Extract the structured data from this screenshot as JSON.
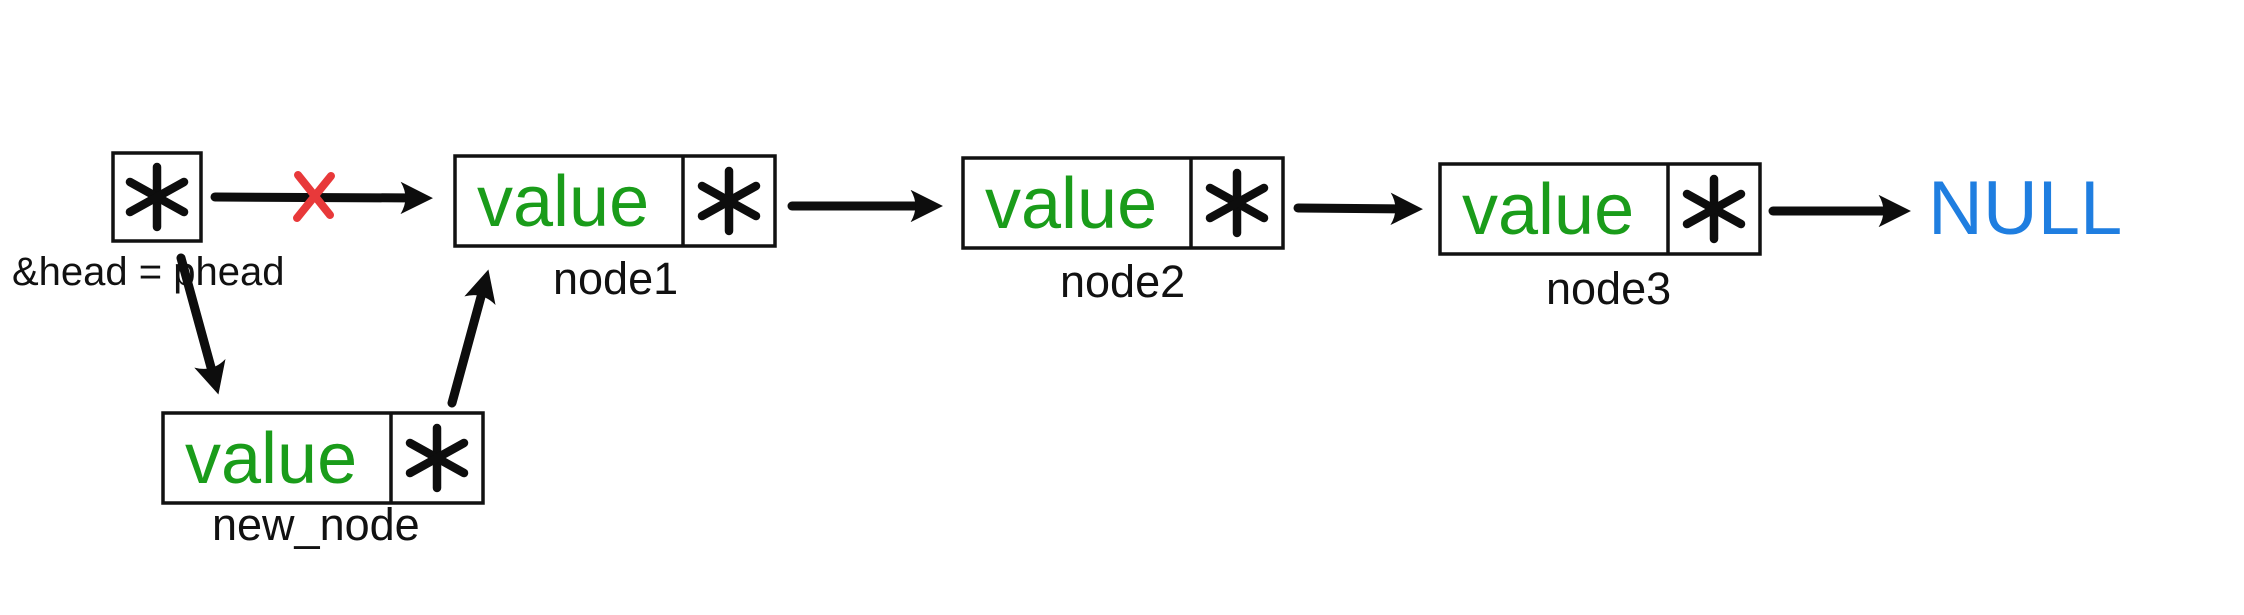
{
  "diagram": {
    "head": {
      "pointer_symbol": "*",
      "label": "&head = phead"
    },
    "nodes": [
      {
        "id": "node1",
        "value_label": "value",
        "pointer_symbol": "*",
        "name": "node1"
      },
      {
        "id": "node2",
        "value_label": "value",
        "pointer_symbol": "*",
        "name": "node2"
      },
      {
        "id": "node3",
        "value_label": "value",
        "pointer_symbol": "*",
        "name": "node3"
      }
    ],
    "new_node": {
      "value_label": "value",
      "pointer_symbol": "*",
      "name": "new_node"
    },
    "terminator": "NULL",
    "colors": {
      "value_text": "#1a9c1a",
      "null_text": "#1f7ee0",
      "removed_link_mark": "#e8393a",
      "line": "#111111"
    },
    "removed_link": "head-to-node1",
    "links": [
      {
        "from": "head",
        "to": "node1",
        "removed": true
      },
      {
        "from": "node1",
        "to": "node2",
        "removed": false
      },
      {
        "from": "node2",
        "to": "node3",
        "removed": false
      },
      {
        "from": "node3",
        "to": "NULL",
        "removed": false
      },
      {
        "from": "head",
        "to": "new_node",
        "removed": false
      },
      {
        "from": "new_node",
        "to": "node1",
        "removed": false
      }
    ]
  }
}
